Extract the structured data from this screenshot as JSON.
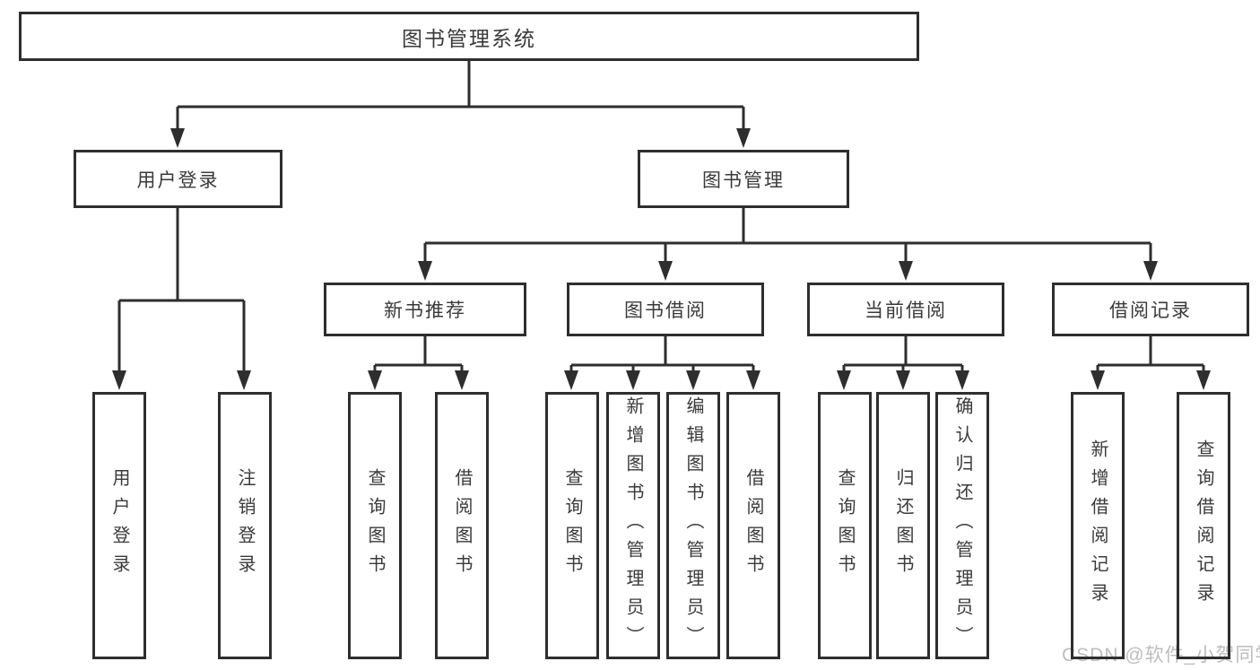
{
  "colors": {
    "line": "#2e2e2e",
    "text": "#3a3a3a",
    "box_background": "#ffffff",
    "watermark": "#bdbdbd"
  },
  "root": {
    "label": "图书管理系统",
    "children": [
      {
        "label": "用户登录",
        "children": [
          {
            "label": "用户登录"
          },
          {
            "label": "注销登录"
          }
        ]
      },
      {
        "label": "图书管理",
        "children": [
          {
            "label": "新书推荐",
            "children": [
              {
                "label": "查询图书"
              },
              {
                "label": "借阅图书"
              }
            ]
          },
          {
            "label": "图书借阅",
            "children": [
              {
                "label": "查询图书"
              },
              {
                "label": "新增图书（管理员）"
              },
              {
                "label": "编辑图书（管理员）"
              },
              {
                "label": "借阅图书"
              }
            ]
          },
          {
            "label": "当前借阅",
            "children": [
              {
                "label": "查询图书"
              },
              {
                "label": "归还图书"
              },
              {
                "label": "确认归还（管理员）"
              }
            ]
          },
          {
            "label": "借阅记录",
            "children": [
              {
                "label": "新增借阅记录"
              },
              {
                "label": "查询借阅记录"
              }
            ]
          }
        ]
      }
    ]
  },
  "watermark": {
    "text": "CSDN @软件_小贺同学"
  }
}
